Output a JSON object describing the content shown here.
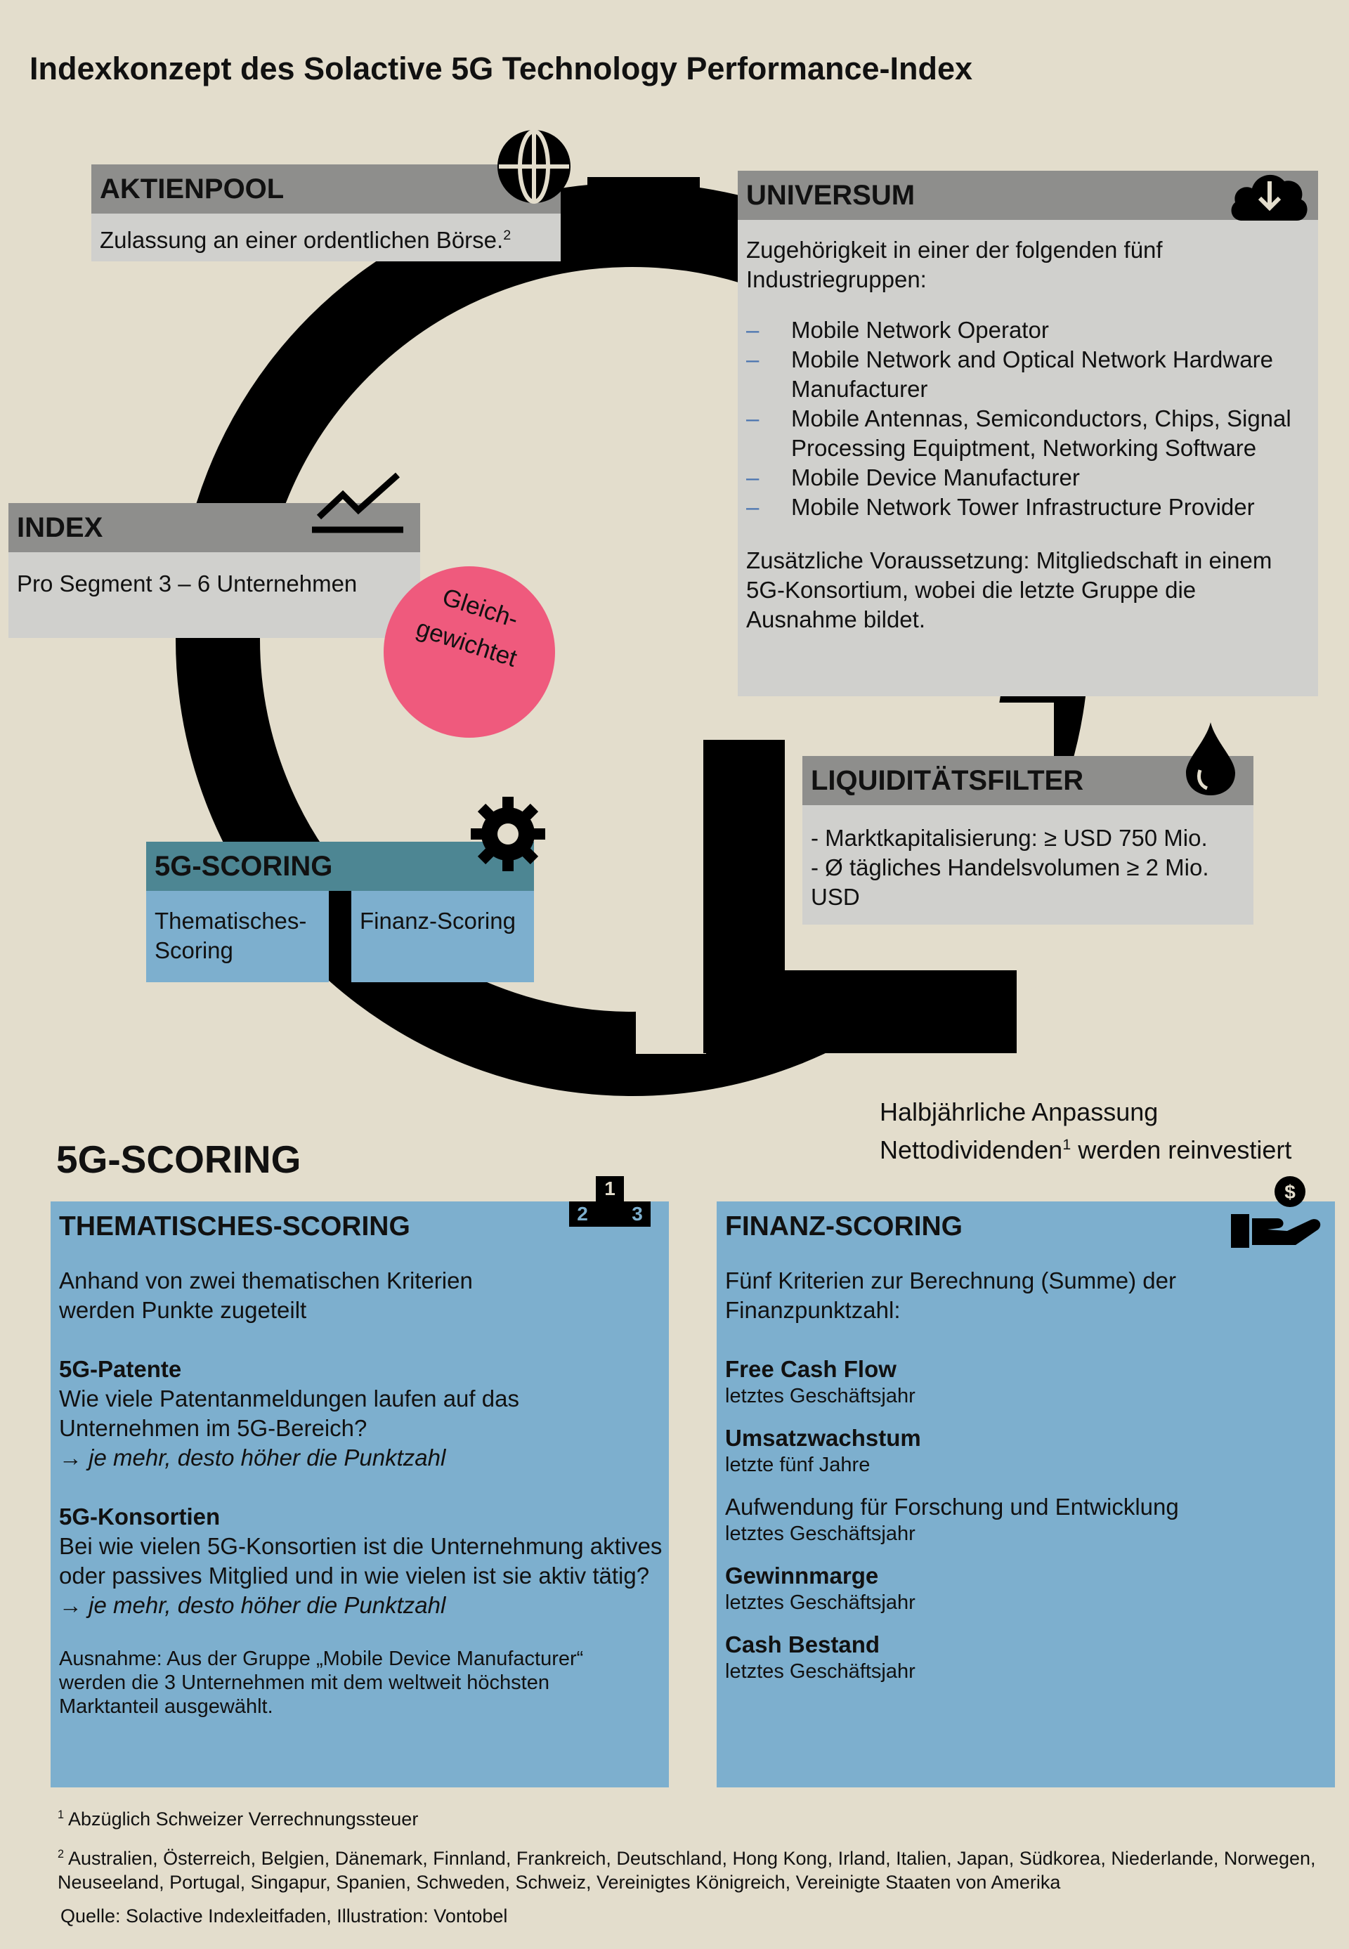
{
  "title": "Indexkonzept des Solactive 5G Technology Performance-Index",
  "aktienpool": {
    "header": "AKTIENPOOL",
    "text": "Zulassung an einer ordentlichen Börse.",
    "sup": "2"
  },
  "universum": {
    "header": "UNIVERSUM",
    "intro": "Zugehörigkeit in einer der folgenden fünf Industriegruppen:",
    "items": [
      "Mobile Network Operator",
      "Mobile Network and Optical Network Hardware Manufacturer",
      "Mobile Antennas, Semiconductors, Chips, Signal Processing Equiptment, Networking Software",
      "Mobile Device Manufacturer",
      "Mobile Network Tower Infrastructure Provider"
    ],
    "extra": "Zusätzliche Voraussetzung: Mitgliedschaft in einem 5G-Konsortium, wobei die letzte Gruppe die Ausnahme bildet."
  },
  "index": {
    "header": "INDEX",
    "text": "Pro Segment 3 – 6 Unternehmen"
  },
  "gleich": {
    "line1": "Gleich-",
    "line2": "gewichtet"
  },
  "liquid": {
    "header": "LIQUIDITÄTSFILTER",
    "line1": "- Marktkapitalisierung: ≥ USD 750 Mio.",
    "line2": "- Ø tägliches Handelsvolumen ≥ 2 Mio. USD"
  },
  "scoring_box": {
    "header": "5G-SCORING",
    "left": "Thematisches-Scoring",
    "right": "Finanz-Scoring"
  },
  "adjust": {
    "line1": "Halbjährliche Anpassung",
    "line2_a": "Nettodividenden",
    "line2_sup": "1",
    "line2_b": " werden reinvestiert"
  },
  "section_title": "5G-SCORING",
  "thematic": {
    "header": "THEMATISCHES-SCORING",
    "podium": [
      "2",
      "1",
      "3"
    ],
    "intro": "Anhand von zwei thematischen Kriterien werden Punkte zugeteilt",
    "c1_title": "5G-Patente",
    "c1_text": "Wie viele Patentanmeldungen laufen auf das Unternehmen im 5G-Bereich?",
    "c1_arrow": "→ je mehr, desto höher die Punktzahl",
    "c2_title": "5G-Konsortien",
    "c2_text": "Bei wie vielen 5G-Konsortien ist die Unternehmung aktives oder passives Mitglied und in wie vielen ist sie aktiv tätig?",
    "c2_arrow": "→ je mehr, desto höher die Punktzahl",
    "note": "Ausnahme: Aus der Gruppe „Mobile Device Manufacturer“ werden die 3 Unternehmen mit dem weltweit höchsten Marktanteil ausgewählt."
  },
  "finanz": {
    "header": "FINANZ-SCORING",
    "intro": "Fünf Kriterien zur Berechnung (Summe) der Finanzpunktzahl:",
    "criteria": [
      {
        "title": "Free Cash Flow",
        "sub": "letztes Geschäftsjahr",
        "bold": true
      },
      {
        "title": "Umsatzwachstum",
        "sub": "letzte fünf Jahre",
        "bold": true
      },
      {
        "title": "Aufwendung für Forschung und Entwicklung",
        "sub": "letztes Geschäftsjahr",
        "bold": false
      },
      {
        "title": "Gewinnmarge",
        "sub": "letztes Geschäftsjahr",
        "bold": true
      },
      {
        "title": "Cash Bestand",
        "sub": "letztes Geschäftsjahr",
        "bold": true
      }
    ]
  },
  "footnotes": {
    "f1_num": "1",
    "f1": "Abzüglich Schweizer Verrechnungssteuer",
    "f2_num": "2",
    "f2": "Australien, Österreich, Belgien, Dänemark, Finnland, Frankreich, Deutschland, Hong Kong, Irland, Italien, Japan, Südkorea, Niederlande, Norwegen, Neuseeland, Portugal, Singapur, Spanien, Schweden, Schweiz, Vereinigtes Königreich, Vereinigte Staaten von Amerika",
    "source": "Quelle: Solactive Indexleitfaden, Illustration: Vontobel"
  },
  "colors": {
    "background": "#e3ddcc",
    "grey_header": "#8e8e8c",
    "grey_box": "#d0d0cd",
    "teal": "#4d8693",
    "blue": "#7dafce",
    "pink": "#ef5a7d"
  },
  "icons": [
    "globe-icon",
    "cloud-download-icon",
    "chart-line-icon",
    "drop-icon",
    "gear-icon",
    "podium-icon",
    "money-hand-icon"
  ]
}
